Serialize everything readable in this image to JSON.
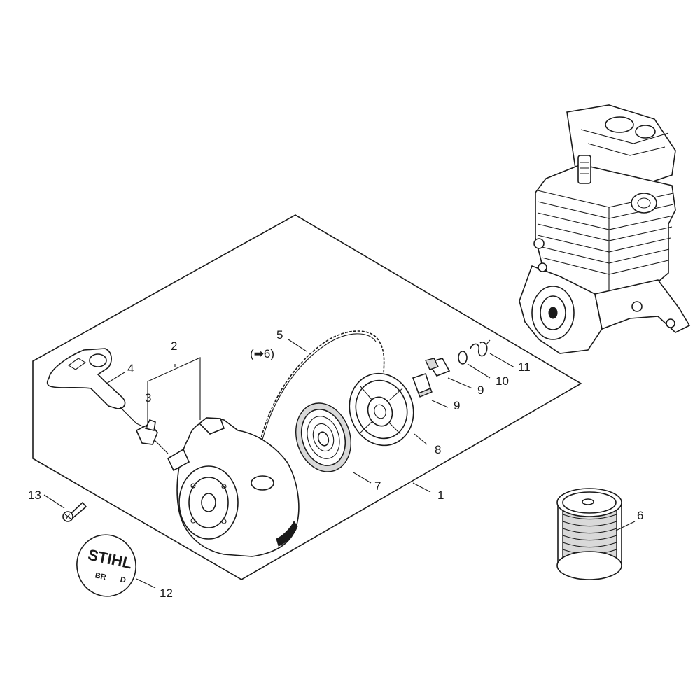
{
  "callouts": {
    "c1": "1",
    "c2": "2",
    "c3": "3",
    "c4": "4",
    "c5": "5",
    "c5_ref": "(➡6)",
    "c6": "6",
    "c7": "7",
    "c8": "8",
    "c9a": "9",
    "c9b": "9",
    "c10": "10",
    "c11": "11",
    "c12": "12",
    "c13": "13"
  },
  "logo": {
    "brand": "STIHL",
    "model_left": "BR",
    "model_right": "D"
  },
  "colors": {
    "line": "#1a1a1a",
    "background": "#ffffff",
    "shade": "#d9d9d9"
  }
}
